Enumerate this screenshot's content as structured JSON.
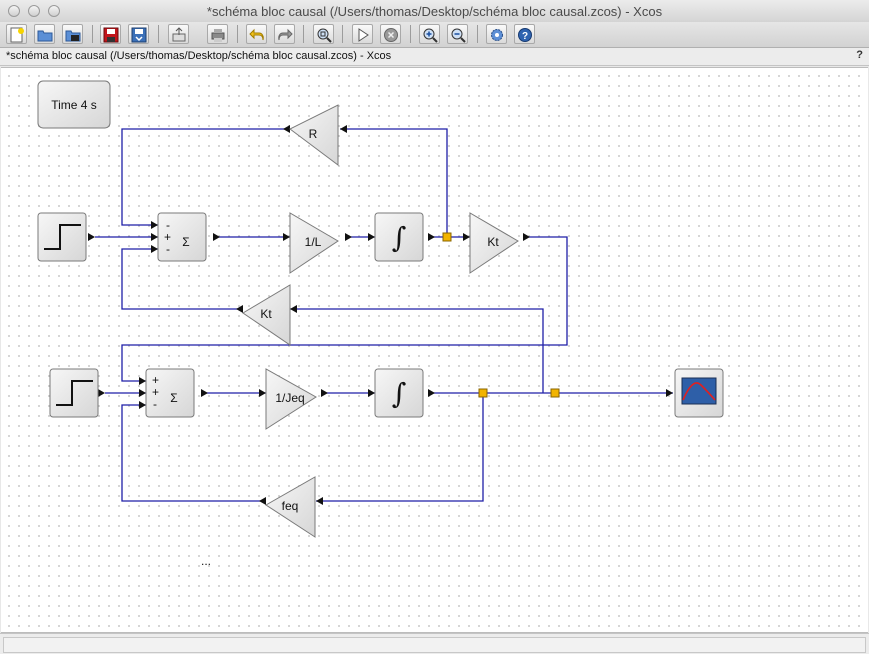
{
  "window": {
    "title": "*schéma bloc causal (/Users/thomas/Desktop/schéma bloc causal.zcos) - Xcos"
  },
  "subtitle": {
    "text": "*schéma bloc causal (/Users/thomas/Desktop/schéma bloc causal.zcos) - Xcos",
    "help": "?"
  },
  "toolbar": {
    "icons": [
      "new-diagram-icon",
      "open-icon",
      "open-in-scilab-icon",
      "save-icon",
      "save-as-icon",
      "export-icon",
      "print-icon",
      "undo-icon",
      "redo-icon",
      "fit-diagram-icon",
      "start-icon",
      "stop-icon",
      "zoom-in-icon",
      "zoom-out-icon",
      "setup-icon",
      "help-icon"
    ]
  },
  "diagram": {
    "blocks": {
      "time_label": "Time 4 s",
      "gain_r": "R",
      "gain_inv_l": "1/L",
      "gain_kt_top": "Kt",
      "gain_kt_feedback": "Kt",
      "gain_inv_jeq": "1/Jeq",
      "gain_feq": "feq",
      "sum_symbol": "Σ",
      "integral_symbol": "∫",
      "sum1_signs": [
        "-",
        "+",
        "-"
      ],
      "sum2_signs": [
        "+",
        "+",
        "-"
      ]
    },
    "annotation": "..."
  },
  "colors": {
    "link": "#1f1fa8",
    "split_point": "#f2b400",
    "block_fill": "#e4e4e4",
    "block_border": "#7a7a7a"
  }
}
